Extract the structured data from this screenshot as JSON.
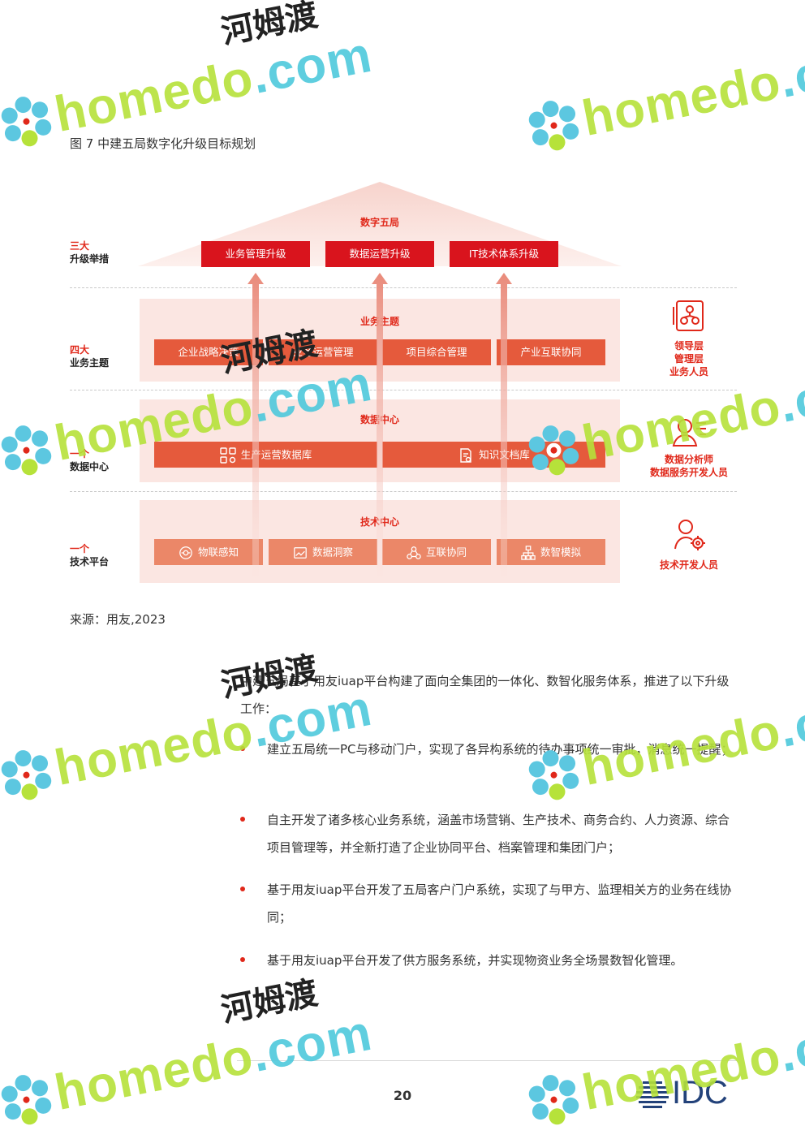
{
  "figure_title": "图 7  中建五局数字化升级目标规划",
  "diagram": {
    "top": {
      "title": "数字五局",
      "row_label_red": "三大",
      "row_label": "升级举措",
      "items": [
        "业务管理升级",
        "数据运营升级",
        "IT技术体系升级"
      ]
    },
    "business": {
      "title": "业务主题",
      "row_label_red": "四大",
      "row_label": "业务主题",
      "items": [
        "企业战略决策",
        "业务运营管理",
        "项目综合管理",
        "产业互联协同"
      ],
      "roles": [
        "领导层",
        "管理层",
        "业务人员"
      ],
      "icon": "org-chart-icon"
    },
    "data": {
      "title": "数据中心",
      "row_label_red": "一个",
      "row_label": "数据中心",
      "items": [
        "生产运营数据库",
        "知识文档库"
      ],
      "roles": [
        "数据分析师",
        "数据服务开发人员"
      ],
      "icon": "analyst-icon"
    },
    "tech": {
      "title": "技术中心",
      "row_label_red": "一个",
      "row_label": "技术平台",
      "items": [
        "物联感知",
        "数据洞察",
        "互联协同",
        "数智模拟"
      ],
      "roles": [
        "技术开发人员"
      ],
      "icon": "developer-icon"
    }
  },
  "source": "来源：用友,2023",
  "paragraph": "中建五局基于用友iuap平台构建了面向全集团的一体化、数智化服务体系，推进了以下升级工作：",
  "bullets": [
    "建立五局统一PC与移动门户，实现了各异构系统的待办事项统一审批，消息统一提醒；",
    "自主开发了诸多核心业务系统，涵盖市场营销、生产技术、商务合约、人力资源、综合项目管理等，并全新打造了企业协同平台、档案管理和集团门户；",
    "基于用友iuap平台开发了五局客户门户系统，实现了与甲方、监理相关方的业务在线协同；",
    "基于用友iuap平台开发了供方服务系统，并实现物资业务全场景数智化管理。"
  ],
  "page_number": "20",
  "logo_text": "IDC",
  "watermark": {
    "brand": "homedo",
    "domain": ".com",
    "cn": "河姆渡"
  },
  "colors": {
    "red": "#d9141d",
    "mid": "#e55a3c",
    "light": "#eb8768",
    "band": "#fbe6e2",
    "idc": "#23427a"
  }
}
